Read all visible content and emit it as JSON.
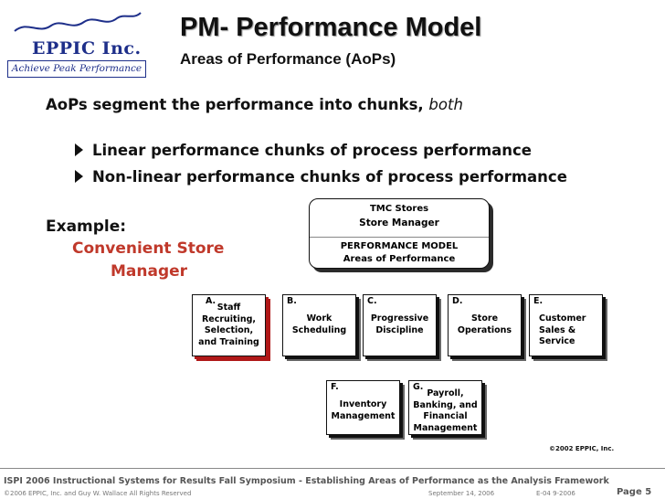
{
  "logo": {
    "name": "EPPIC Inc.",
    "tagline": "Achieve Peak Performance"
  },
  "header": {
    "title": "PM- Performance Model",
    "subtitle": "Areas of Performance (AoPs)"
  },
  "intro": {
    "text": "AoPs segment the performance into chunks,",
    "emphasis": "both"
  },
  "bullets": [
    "Linear performance chunks of process performance",
    "Non-linear performance chunks of process performance"
  ],
  "example": {
    "label": "Example:",
    "line1": "Convenient Store",
    "line2": "Manager"
  },
  "model": {
    "org": "TMC Stores",
    "role": "Store Manager",
    "heading": "PERFORMANCE MODEL",
    "subheading": "Areas of Performance"
  },
  "aops": [
    {
      "letter": "A.",
      "text": "Staff\nRecruiting,\nSelection,\nand Training"
    },
    {
      "letter": "B.",
      "text": "Work\nScheduling"
    },
    {
      "letter": "C.",
      "text": "Progressive\nDiscipline"
    },
    {
      "letter": "D.",
      "text": "Store\nOperations"
    },
    {
      "letter": "E.",
      "text": "Customer\nSales &\nService"
    },
    {
      "letter": "F.",
      "text": "Inventory\nManagement"
    },
    {
      "letter": "G.",
      "text": "Payroll,\nBanking, and\nFinancial\nManagement"
    }
  ],
  "copyright_small": "©2002 EPPIC, Inc.",
  "footer": {
    "line1": "ISPI 2006 Instructional Systems for Results Fall Symposium  -  Establishing Areas of Performance as the Analysis Framework",
    "line2": "©2006 EPPIC, Inc. and Guy W. Wallace    All Rights Reserved",
    "date": "September 14, 2006",
    "code": "E-04  9-2006",
    "page": "Page 5"
  },
  "colors": {
    "brand": "#1e2f8a",
    "accent": "#c0392b",
    "shadow_red": "#b01818"
  }
}
